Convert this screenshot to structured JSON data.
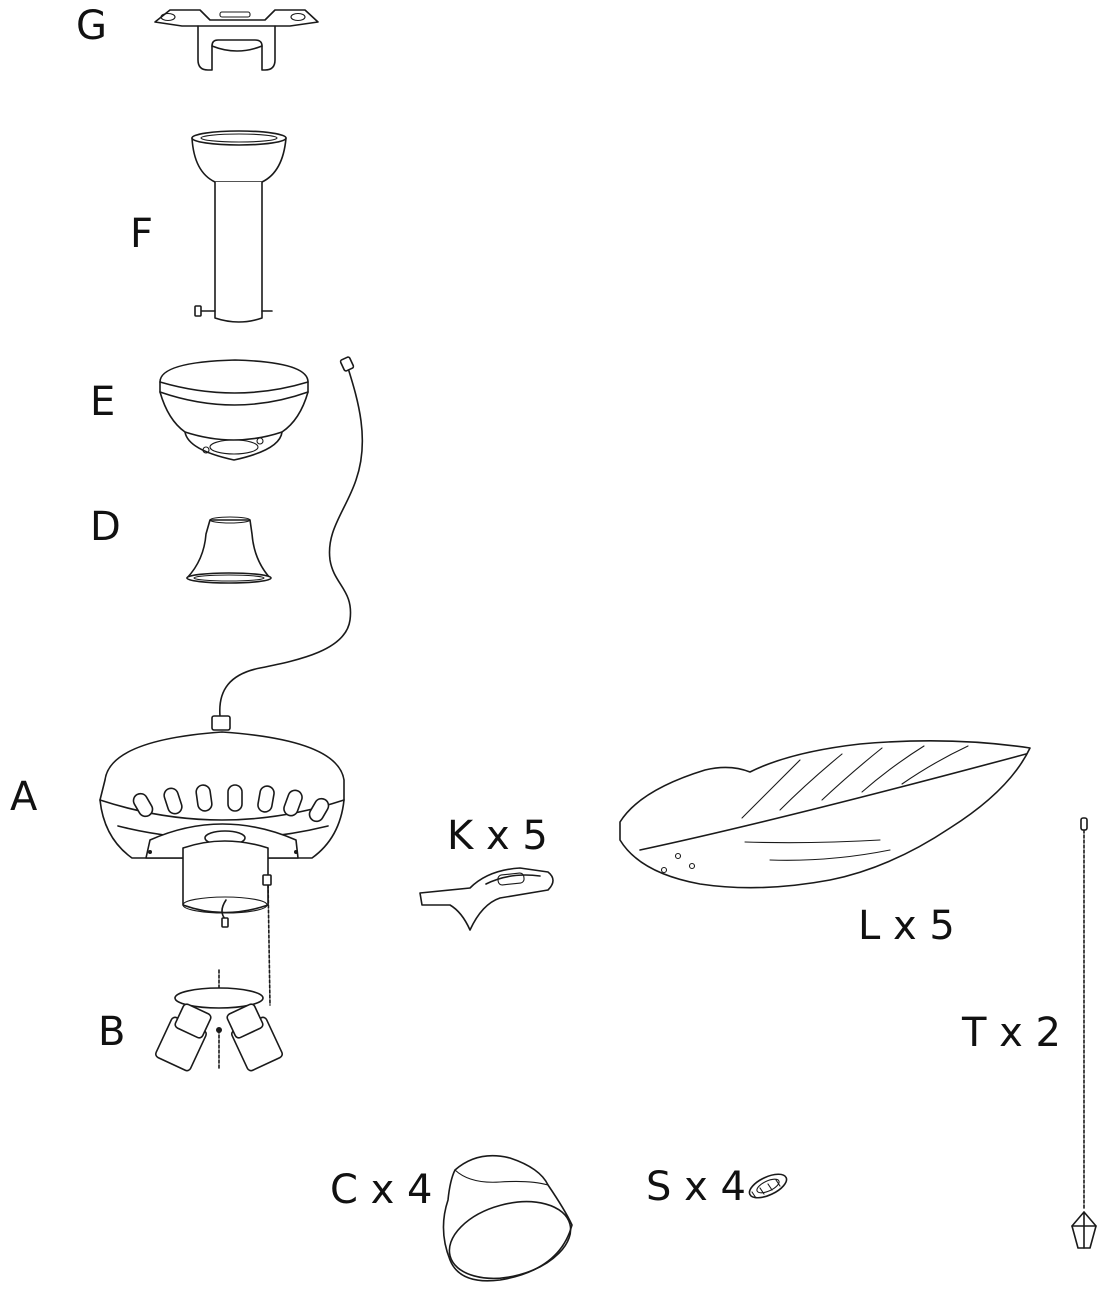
{
  "labels": {
    "G": "G",
    "F": "F",
    "E": "E",
    "D": "D",
    "A": "A",
    "B": "B",
    "K": "K x 5",
    "L": "L x 5",
    "T": "T x 2",
    "C": "C x 4",
    "S": "S x 4"
  },
  "colors": {
    "line": "#1a1a1a",
    "background": "#ffffff",
    "text": "#111111"
  }
}
